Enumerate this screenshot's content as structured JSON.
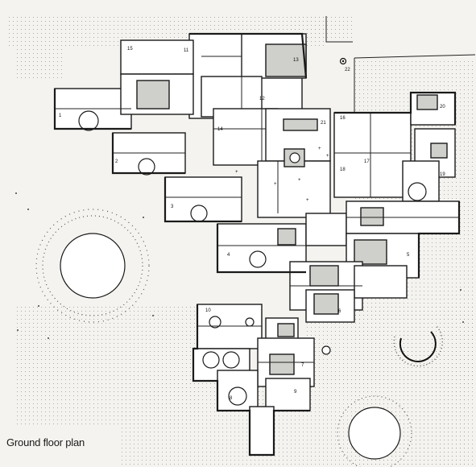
{
  "caption": "Ground floor plan",
  "room_numbers": [
    "1",
    "2",
    "3",
    "4",
    "5",
    "6",
    "7",
    "8",
    "9",
    "10",
    "11",
    "12",
    "13",
    "14",
    "15",
    "16",
    "17",
    "18",
    "19",
    "20",
    "21",
    "22"
  ],
  "colors": {
    "background": "#f4f3ef",
    "ink": "#1a1a1a",
    "grey_fill": "#cfcfcb",
    "dot": "#9a9a96"
  }
}
